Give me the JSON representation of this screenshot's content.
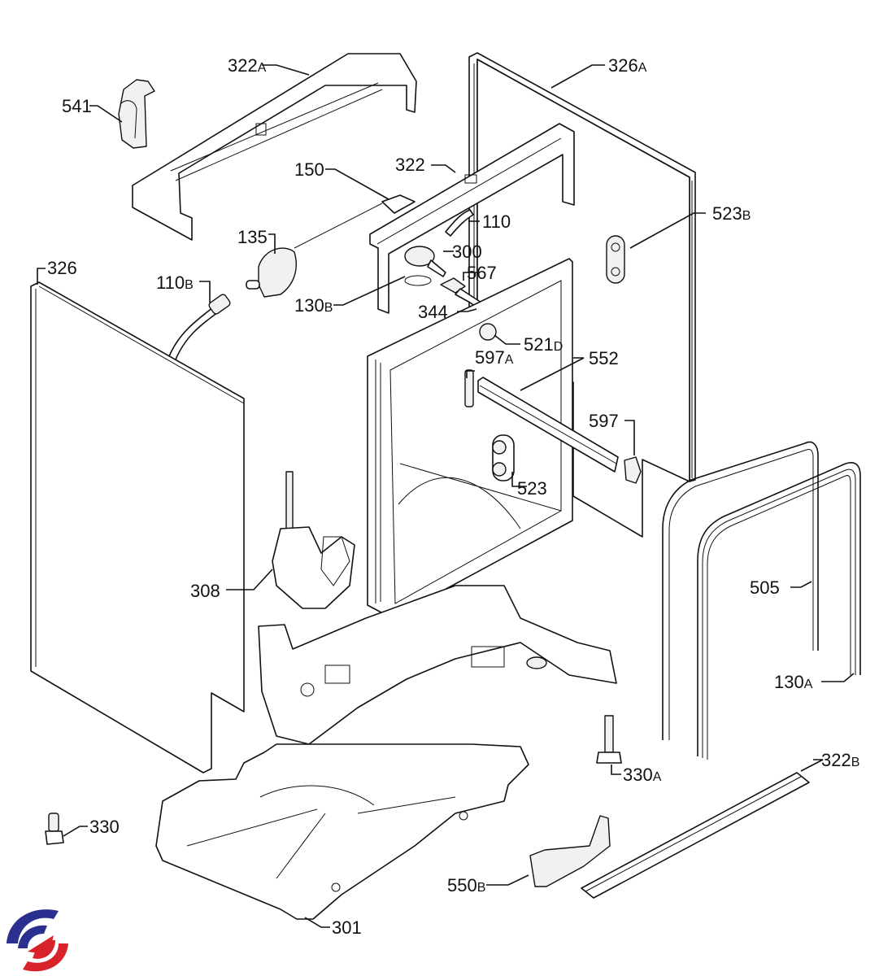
{
  "diagram": {
    "type": "exploded-parts-view",
    "subject": "dishwasher cabinet assembly",
    "colors": {
      "line": "#111111",
      "background": "#ffffff",
      "logo_blue": "#2b2f8f",
      "logo_red": "#d8232a"
    },
    "labels": [
      {
        "id": "322A",
        "num": "322",
        "suffix": "A"
      },
      {
        "id": "326A",
        "num": "326",
        "suffix": "A"
      },
      {
        "id": "541",
        "num": "541",
        "suffix": ""
      },
      {
        "id": "150",
        "num": "150",
        "suffix": ""
      },
      {
        "id": "322",
        "num": "322",
        "suffix": ""
      },
      {
        "id": "110",
        "num": "110",
        "suffix": ""
      },
      {
        "id": "523B",
        "num": "523",
        "suffix": "B"
      },
      {
        "id": "135",
        "num": "135",
        "suffix": ""
      },
      {
        "id": "300",
        "num": "300",
        "suffix": ""
      },
      {
        "id": "326",
        "num": "326",
        "suffix": ""
      },
      {
        "id": "110B",
        "num": "110",
        "suffix": "B"
      },
      {
        "id": "567",
        "num": "567",
        "suffix": ""
      },
      {
        "id": "130B",
        "num": "130",
        "suffix": "B"
      },
      {
        "id": "344",
        "num": "344",
        "suffix": ""
      },
      {
        "id": "521D",
        "num": "521",
        "suffix": "D"
      },
      {
        "id": "597A",
        "num": "597",
        "suffix": "A"
      },
      {
        "id": "552",
        "num": "552",
        "suffix": ""
      },
      {
        "id": "597",
        "num": "597",
        "suffix": ""
      },
      {
        "id": "523",
        "num": "523",
        "suffix": ""
      },
      {
        "id": "505",
        "num": "505",
        "suffix": ""
      },
      {
        "id": "308",
        "num": "308",
        "suffix": ""
      },
      {
        "id": "130A",
        "num": "130",
        "suffix": "A"
      },
      {
        "id": "330A",
        "num": "330",
        "suffix": "A"
      },
      {
        "id": "322B",
        "num": "322",
        "suffix": "B"
      },
      {
        "id": "330",
        "num": "330",
        "suffix": ""
      },
      {
        "id": "550B",
        "num": "550",
        "suffix": "B"
      },
      {
        "id": "301",
        "num": "301",
        "suffix": ""
      }
    ]
  }
}
